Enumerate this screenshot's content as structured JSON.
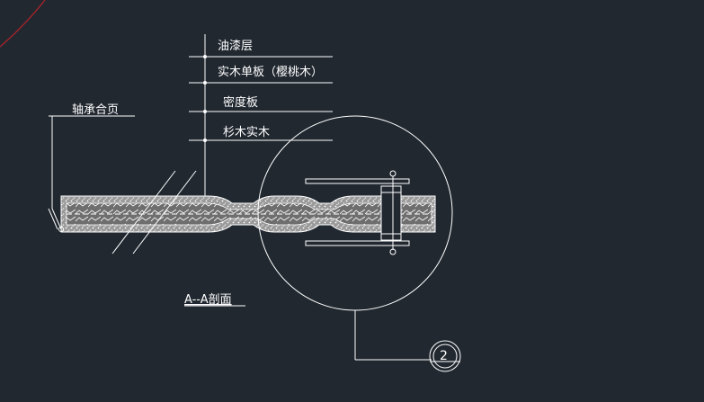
{
  "drawing": {
    "background": "#212830",
    "line_color": "#ffffff",
    "fill_color": "#dcdcdc",
    "accent_arc_color": "#b0232a",
    "layer_labels": [
      "油漆层",
      "实木单板（樱桃木）",
      "密度板",
      "杉木实木"
    ],
    "hinge_label": "轴承合页",
    "section_title": "A--A剖面",
    "detail_number": "2"
  }
}
